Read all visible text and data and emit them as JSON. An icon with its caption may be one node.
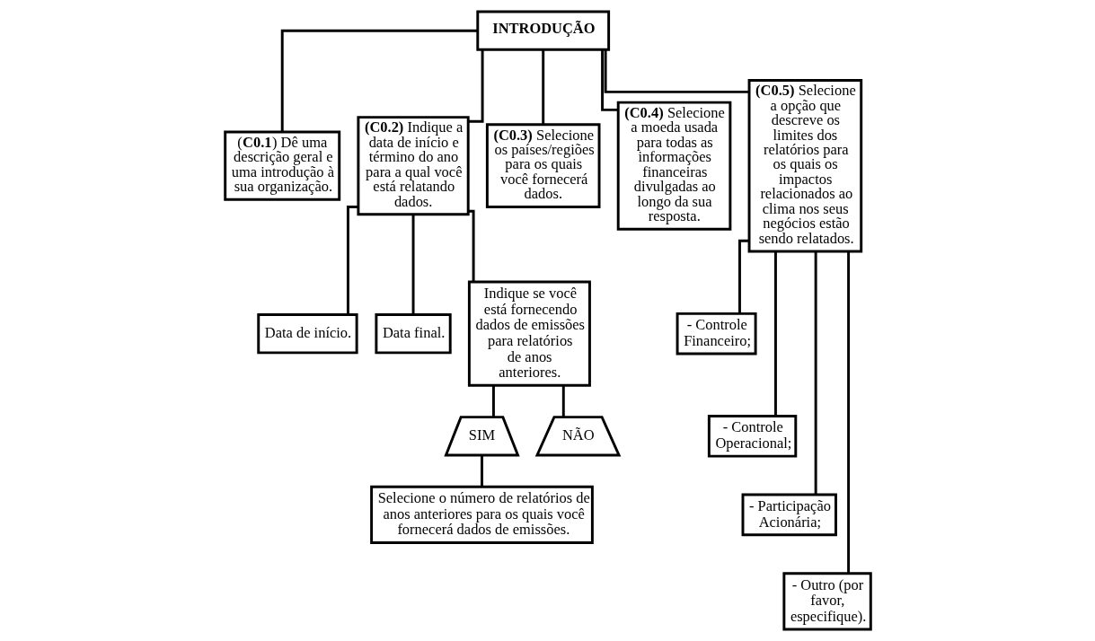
{
  "diagram": {
    "nodes": [
      {
        "text": [
          "INTRODUÇÃO"
        ]
      },
      {
        "text": [
          "(**C0.1**) Dê uma descrição geral e uma introdução à sua organização."
        ]
      },
      {
        "text": [
          "**(C0.2)** Indique a data de início e término do ano para a qual você está relatando dados."
        ]
      },
      {
        "text": [
          "**(C0.3)** Selecione os países/regiões para os quais você fornecerá dados."
        ]
      },
      {
        "text": [
          "**(C0.4)** Selecione a moeda usada para todas as informações financeiras divulgadas ao longo da sua resposta."
        ]
      },
      {
        "text": [
          "**(C0.5)** Selecione a opção que descreve os limites dos relatórios para os quais os impactos relacionados ao clima nos seus negócios estão sendo relatados."
        ]
      },
      {
        "text": [
          "Data de início."
        ]
      },
      {
        "text": [
          "Data final."
        ]
      },
      {
        "text": [
          "Indique se você está fornecendo dados de emissões para relatórios de anos anteriores."
        ]
      },
      {
        "text": [
          "SIM"
        ]
      },
      {
        "text": [
          "NÃO"
        ]
      },
      {
        "text": [
          "Selecione o número de relatórios de anos anteriores para os quais você fornecerá dados de emissões."
        ]
      },
      {
        "text": [
          "- Controle Financeiro;"
        ]
      },
      {
        "text": [
          "- Controle Operacional;"
        ]
      },
      {
        "text": [
          "- Participação Acionária;"
        ]
      },
      {
        "text": [
          "- Outro (por favor, especifique)."
        ]
      }
    ],
    "edges": [
      {
        "from": 0,
        "to": 1,
        "arrow": "none"
      },
      {
        "from": 0,
        "to": 2,
        "arrow": "none"
      },
      {
        "from": 0,
        "to": 3,
        "arrow": "none"
      },
      {
        "from": 0,
        "to": 4,
        "arrow": "none"
      },
      {
        "from": 0,
        "to": 5,
        "arrow": "none"
      },
      {
        "from": 2,
        "to": 6,
        "arrow": "none"
      },
      {
        "from": 2,
        "to": 7,
        "arrow": "none"
      },
      {
        "from": 2,
        "to": 8,
        "arrow": "none"
      },
      {
        "from": 8,
        "to": 9,
        "arrow": "none"
      },
      {
        "from": 8,
        "to": 10,
        "arrow": "none"
      },
      {
        "from": 9,
        "to": 11,
        "arrow": "none"
      },
      {
        "from": 5,
        "to": 12,
        "arrow": "none"
      },
      {
        "from": 5,
        "to": 13,
        "arrow": "none"
      },
      {
        "from": 5,
        "to": 14,
        "arrow": "none"
      },
      {
        "from": 5,
        "to": 15,
        "arrow": "none"
      }
    ]
  }
}
